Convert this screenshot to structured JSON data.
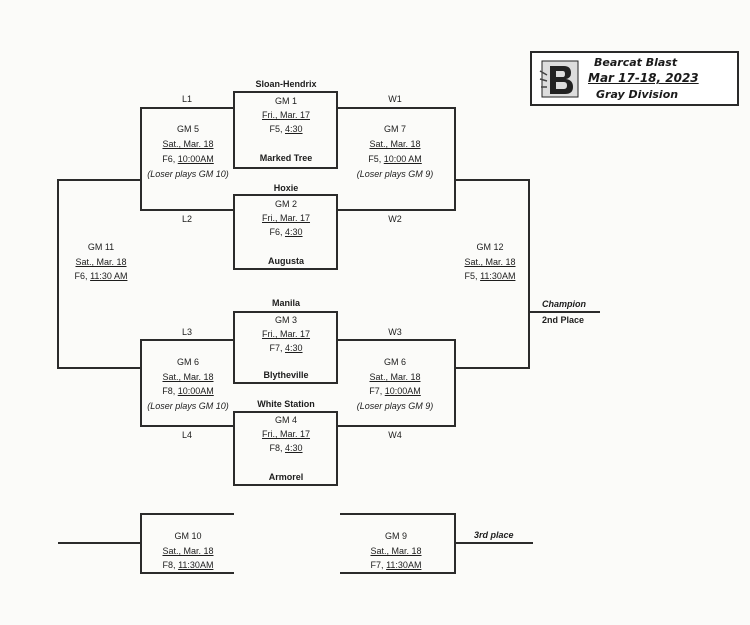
{
  "logo": {
    "title": "Bearcat Blast",
    "dates": "Mar 17-18, 2023",
    "division": "Gray Division"
  },
  "labels": {
    "l1": "L1",
    "l2": "L2",
    "l3": "L3",
    "l4": "L4",
    "w1": "W1",
    "w2": "W2",
    "w3": "W3",
    "w4": "W4",
    "champion": "Champion",
    "second": "2nd Place",
    "third": "3rd place"
  },
  "teams": {
    "sloan_hendrix": "Sloan-Hendrix",
    "marked_tree": "Marked Tree",
    "hoxie": "Hoxie",
    "augusta": "Augusta",
    "manila": "Manila",
    "blytheville": "Blytheville",
    "white_station": "White Station",
    "armorel": "Armorel"
  },
  "games": {
    "gm1": {
      "name": "GM 1",
      "date": "Fri., Mar. 17",
      "field": "F5,",
      "time": "4:30"
    },
    "gm2": {
      "name": "GM 2",
      "date": "Fri., Mar. 17",
      "field": "F6,",
      "time": "4:30"
    },
    "gm3": {
      "name": "GM 3",
      "date": "Fri., Mar. 17",
      "field": "F7,",
      "time": "4:30"
    },
    "gm4": {
      "name": "GM 4",
      "date": "Fri., Mar. 17",
      "field": "F8,",
      "time": "4:30"
    },
    "gm5": {
      "name": "GM 5",
      "date": "Sat., Mar. 18",
      "field": "F6,",
      "time": "10:00AM",
      "note": "(Loser plays GM 10)"
    },
    "gm6a": {
      "name": "GM 6",
      "date": "Sat., Mar. 18",
      "field": "F8,",
      "time": "10:00AM",
      "note": "(Loser plays GM 10)"
    },
    "gm7": {
      "name": "GM 7",
      "date": "Sat., Mar. 18",
      "field": "F5,",
      "time": "10:00 AM",
      "note": "(Loser plays GM 9)"
    },
    "gm6b": {
      "name": "GM 6",
      "date": "Sat., Mar. 18",
      "field": "F7,",
      "time": "10:00AM",
      "note": "(Loser plays GM 9)"
    },
    "gm11": {
      "name": "GM 11",
      "date": "Sat., Mar. 18",
      "field": "F6,",
      "time": "11:30 AM"
    },
    "gm12": {
      "name": "GM 12",
      "date": "Sat., Mar. 18",
      "field": "F5,",
      "time": "11:30AM"
    },
    "gm10": {
      "name": "GM 10",
      "date": "Sat., Mar. 18",
      "field": "F8,",
      "time": "11:30AM"
    },
    "gm9": {
      "name": "GM 9",
      "date": "Sat., Mar. 18",
      "field": "F7,",
      "time": "11:30AM"
    }
  }
}
